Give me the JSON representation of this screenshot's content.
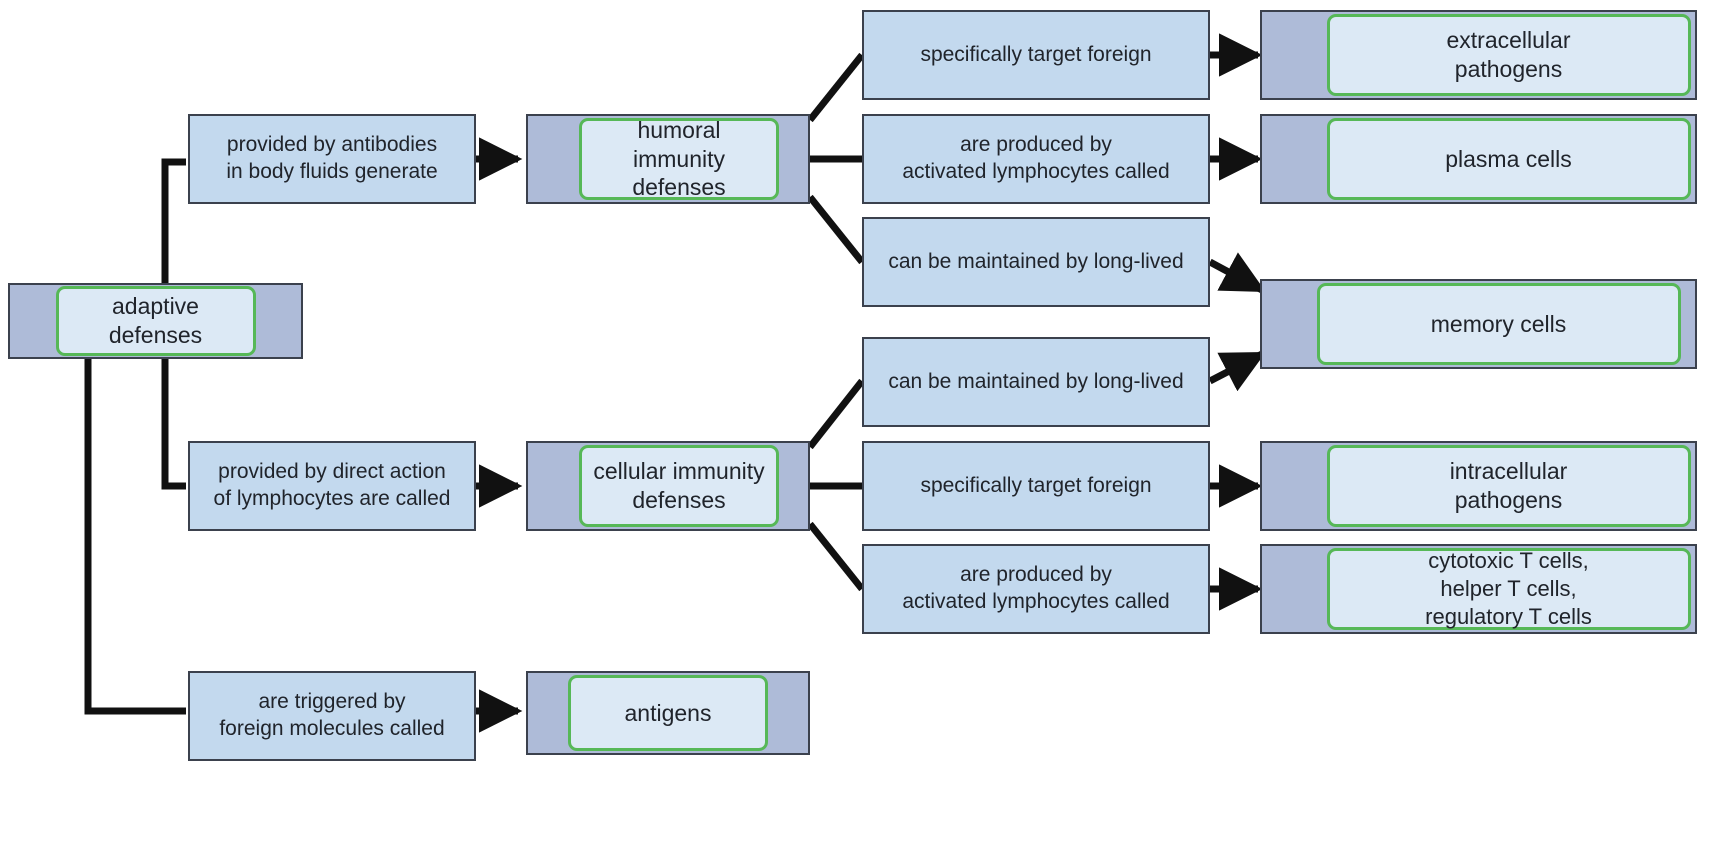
{
  "diagram": {
    "title": "adaptive defenses concept map",
    "colors": {
      "link_box_fill": "#c3d9ee",
      "concept_shell_fill": "#aebbd8",
      "tile_fill": "#dce9f5",
      "tile_border": "#56b857",
      "box_border": "#3b414d",
      "edge": "#111111",
      "background": "#ffffff"
    },
    "root": {
      "label": "adaptive defenses"
    },
    "linkers": {
      "humoral_branch": "provided by antibodies\nin body fluids generate",
      "cellular_branch": "provided by direct action\nof lymphocytes are called",
      "antigen_branch": "are triggered by\nforeign molecules called",
      "h_specific": "specifically target foreign",
      "h_produced": "are produced by\nactivated lymphocytes called",
      "h_memory": "can be maintained by long-lived",
      "c_memory": "can be maintained by long-lived",
      "c_specific": "specifically target foreign",
      "c_produced": "are produced by\nactivated lymphocytes called"
    },
    "concepts": {
      "humoral": "humoral immunity\ndefenses",
      "cellular": "cellular immunity\ndefenses",
      "antigens": "antigens",
      "extracellular": "extracellular\npathogens",
      "plasma_cells": "plasma cells",
      "memory_cells": "memory cells",
      "intracellular": "intracellular\npathogens",
      "t_cells": "cytotoxic T cells,\nhelper T cells,\nregulatory T cells"
    }
  }
}
